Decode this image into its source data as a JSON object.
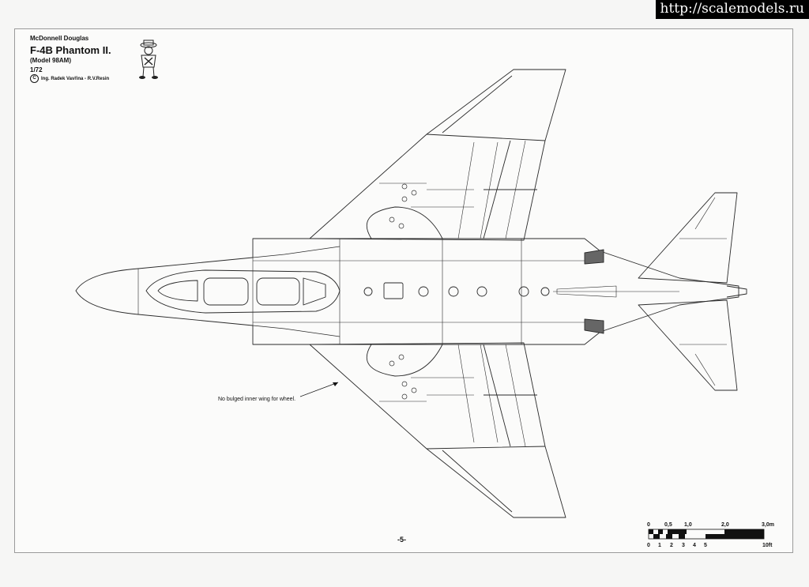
{
  "watermark": "http://scalemodels.ru",
  "title_block": {
    "manufacturer": "McDonnell Douglas",
    "aircraft": "F-4B Phantom II.",
    "model": "(Model 98AM)",
    "scale": "1/72",
    "copyright_symbol": "C",
    "credit": "Ing. Radek Vavřina - R.V.Resin"
  },
  "annotation": "No bulged inner wing for wheel.",
  "page_number": "-5-",
  "scale_bar": {
    "metric_ticks": [
      "0",
      "0,5",
      "1,0",
      "2,0",
      "3,0m"
    ],
    "imperial_ticks": [
      "0",
      "1",
      "2",
      "3",
      "4",
      "5",
      "10ft"
    ]
  }
}
